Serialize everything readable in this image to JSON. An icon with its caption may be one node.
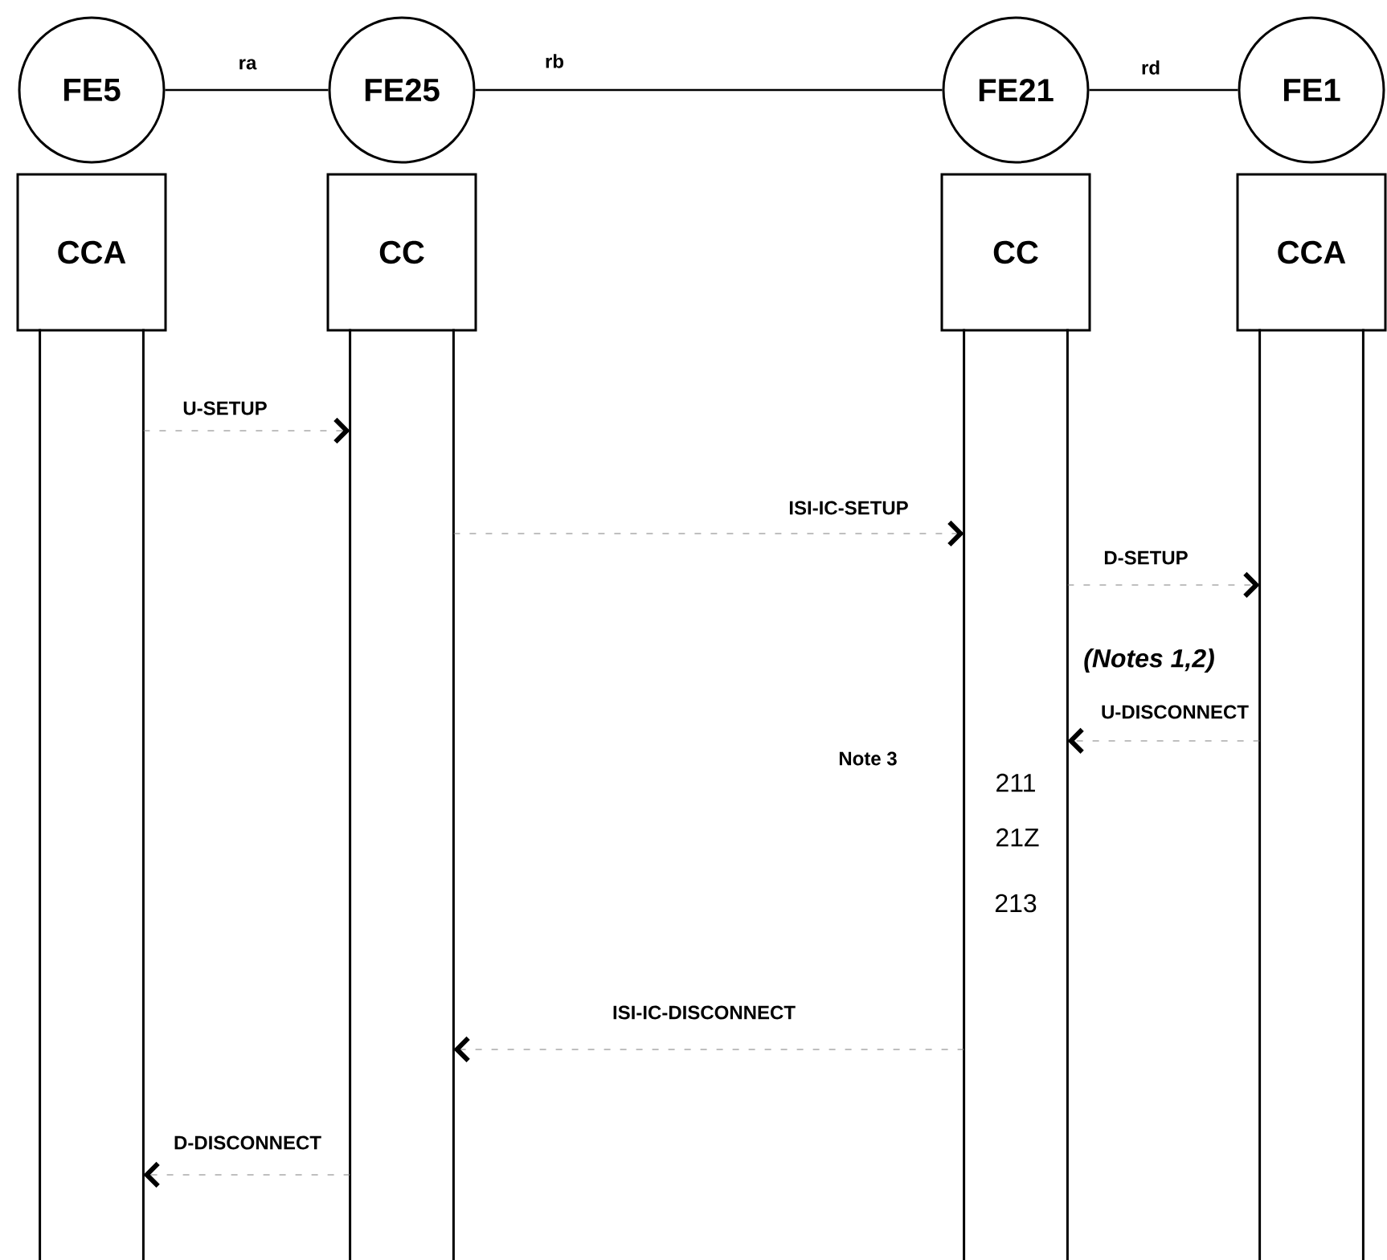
{
  "diagram": {
    "nodes": [
      {
        "text": [
          "FE5"
        ]
      },
      {
        "text": [
          "FE25"
        ]
      },
      {
        "text": [
          "FE21"
        ]
      },
      {
        "text": [
          "FE1"
        ]
      },
      {
        "text": [
          "CCA"
        ]
      },
      {
        "text": [
          "CC"
        ]
      },
      {
        "text": [
          "CC"
        ]
      },
      {
        "text": [
          "CCA"
        ]
      },
      {
        "text": [],
        "shape": "bar"
      },
      {
        "text": [],
        "shape": "bar"
      },
      {
        "text": [],
        "shape": "bar"
      },
      {
        "text": [],
        "shape": "bar"
      }
    ],
    "edges": [
      {
        "from": 0,
        "to": 1,
        "arrow": "none",
        "label": "ra",
        "color": "#000000"
      },
      {
        "from": 1,
        "to": 2,
        "arrow": "none",
        "label": "rb",
        "color": "#000000"
      },
      {
        "from": 2,
        "to": 3,
        "arrow": "none",
        "label": "rd",
        "color": "#000000"
      },
      {
        "from": 8,
        "to": 9,
        "arrow": "to",
        "label": "U-SETUP",
        "style": "dashed"
      },
      {
        "from": 9,
        "to": 10,
        "arrow": "to",
        "label": "ISI-IC-SETUP",
        "style": "dashed"
      },
      {
        "from": 10,
        "to": 11,
        "arrow": "to",
        "label": "D-SETUP",
        "style": "dashed"
      },
      {
        "from": 11,
        "to": 10,
        "arrow": "to",
        "label": "U-DISCONNECT",
        "style": "dashed"
      },
      {
        "from": 10,
        "to": 9,
        "arrow": "to",
        "label": "ISI-IC-DISCONNECT",
        "style": "dashed"
      },
      {
        "from": 9,
        "to": 8,
        "arrow": "to",
        "label": "D-DISCONNECT",
        "style": "dashed"
      }
    ],
    "labels": [
      "(Notes 1,2)",
      "Note 3",
      "211",
      "21Z",
      "213"
    ]
  }
}
